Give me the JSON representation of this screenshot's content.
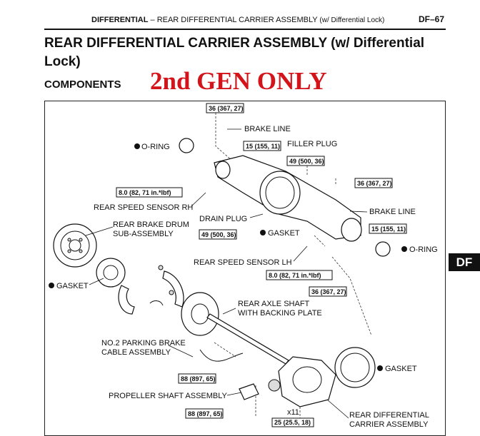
{
  "header": {
    "section": "DIFFERENTIAL",
    "separator": " – ",
    "subtitle_caps": "REAR DIFFERENTIAL CARRIER ASSEMBLY",
    "subtitle_note": " (w/ Differential Lock)",
    "page_number": "DF–67"
  },
  "title_line1": "REAR DIFFERENTIAL CARRIER ASSEMBLY (w/ Differential",
  "title_line2": "Lock)",
  "components_heading": "COMPONENTS",
  "stamp": "2nd GEN ONLY",
  "side_tab": "DF",
  "labels": {
    "brake_line_top": "BRAKE LINE",
    "o_ring_top": "O-RING",
    "filler_plug": "FILLER PLUG",
    "rear_speed_sensor_rh": "REAR SPEED SENSOR RH",
    "brake_line_right": "BRAKE LINE",
    "drain_plug": "DRAIN PLUG",
    "gasket_mid": "GASKET",
    "rear_brake_drum_1": "REAR BRAKE DRUM",
    "rear_brake_drum_2": "SUB-ASSEMBLY",
    "o_ring_right": "O-RING",
    "rear_speed_sensor_lh": "REAR SPEED SENSOR LH",
    "gasket_left": "GASKET",
    "rear_axle_shaft_1": "REAR AXLE SHAFT",
    "rear_axle_shaft_2": "WITH BACKING PLATE",
    "parking_brake_1": "NO.2 PARKING BRAKE",
    "parking_brake_2": "CABLE ASSEMBLY",
    "gasket_right": "GASKET",
    "propeller_shaft": "PROPELLER SHAFT ASSEMBLY",
    "quantity": "x11",
    "rear_diff_carrier_1": "REAR DIFFERENTIAL",
    "rear_diff_carrier_2": "CARRIER ASSEMBLY"
  },
  "torque": {
    "t_brake_line_top": "36 (367, 27)",
    "t_filler_plug": "15 (155, 11)",
    "t_filler_plug_body": "49 (500, 36)",
    "t_brake_line_right": "36 (367, 27)",
    "t_sensor_rh": "8.0 (82, 71 in.*lbf)",
    "t_drain_plug": "49 (500, 36)",
    "t_brake_line_right_low": "15 (155, 11)",
    "t_sensor_lh": "8.0 (82, 71 in.*lbf)",
    "t_backing_plate": "36 (367, 27)",
    "t_propeller_upper": "88 (897, 65)",
    "t_propeller_lower": "88 (897, 65)",
    "t_carrier": "25 (25.5, 18)"
  },
  "colors": {
    "stamp": "#d3141a",
    "ink": "#111111",
    "tab_bg": "#111111"
  }
}
